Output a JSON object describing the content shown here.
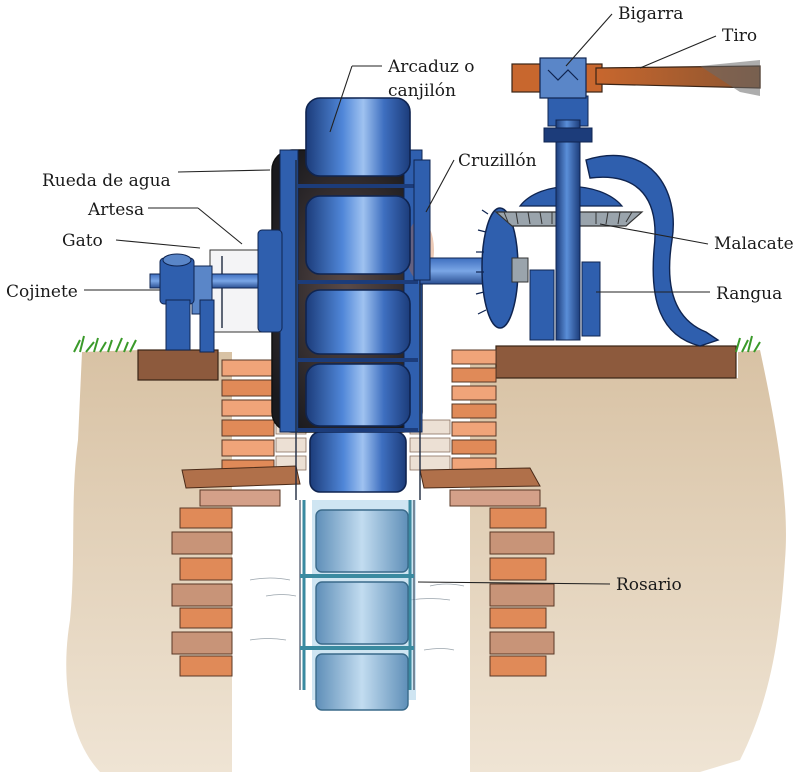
{
  "labels": {
    "bigarra": "Bigarra",
    "tiro": "Tiro",
    "arcaduz_line1": "Arcaduz o",
    "arcaduz_line2": "canjilón",
    "cruzillon": "Cruzillón",
    "rueda_de_agua": "Rueda de agua",
    "artesa": "Artesa",
    "gato": "Gato",
    "cojinete": "Cojinete",
    "malacate": "Malacate",
    "rangua": "Rangua",
    "rosario": "Rosario"
  },
  "colors": {
    "iron_blue": "#2f5fae",
    "iron_dark": "#1c3c7a",
    "wood_brown": "#7a4e2c",
    "wood_orange": "#c8672e",
    "brick_orange": "#e08a58",
    "brick_dark": "#8d5a3d",
    "soil": "#d8c2a4",
    "grass": "#3a9a2a",
    "water": "#8fb8d6"
  }
}
